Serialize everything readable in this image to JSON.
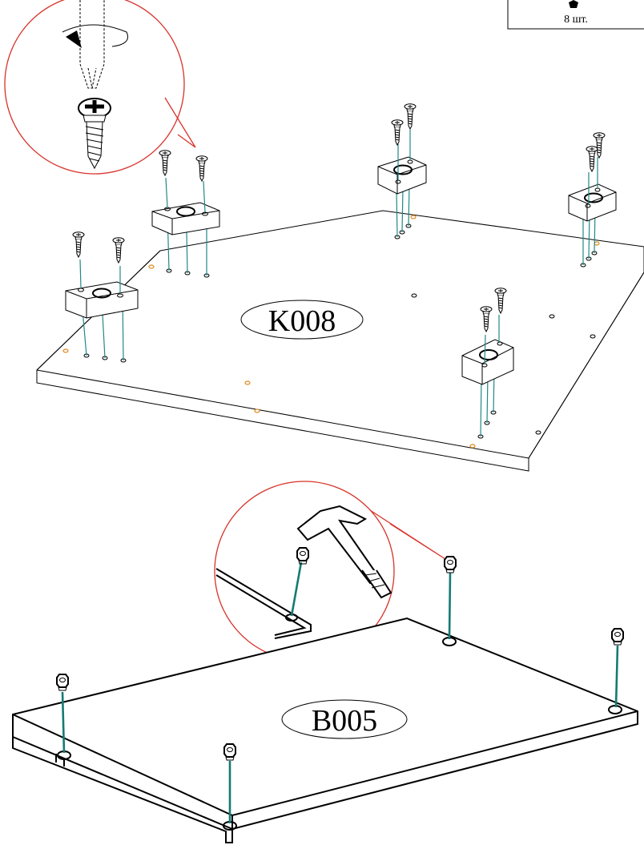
{
  "parts": {
    "top_panel_label": "K008",
    "bottom_panel_label": "B005"
  },
  "quantity_box": {
    "text": "8 шт."
  },
  "colors": {
    "line": "#000000",
    "screw_guide": "#1f8a86",
    "nut_guide": "#157a73",
    "hole_marker": "#e08a1e",
    "detail_circle": "#d8322a"
  },
  "icons": [
    "screwdriver-icon",
    "rotation-arrow-icon",
    "screw-icon",
    "hammer-icon",
    "cam-nut-icon"
  ]
}
